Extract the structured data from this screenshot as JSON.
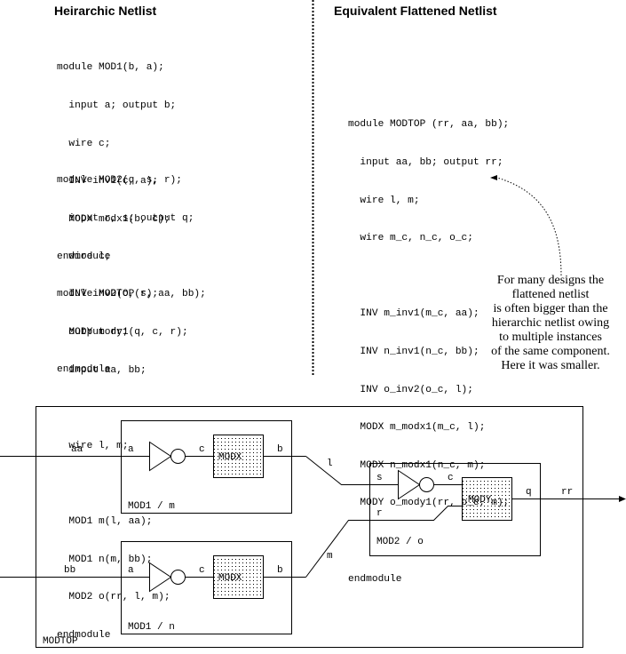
{
  "left_panel": {
    "title": "Heirarchic Netlist",
    "blocks": [
      [
        "module MOD1(b, a);",
        "  input a; output b;",
        "  wire c;",
        "  INV inv1(c, a);",
        "  MODX modx1(b, c);",
        "endmodule"
      ],
      [
        "module MOD2(q, s, r);",
        "  input r, s; output q;",
        "  wire c;",
        "  INV inv2(c, s);",
        "  MODY mody1(q, c, r);",
        "endmodule"
      ],
      [
        "module MODTOP(r, aa, bb);",
        "  output rr;",
        "  input aa, bb;",
        "",
        "  wire l, m;",
        "",
        "  MOD1 m(l, aa);",
        "  MOD1 n(m, bb);",
        "  MOD2 o(rr, l, m);",
        "endmodule"
      ]
    ]
  },
  "right_panel": {
    "title": "Equivalent Flattened Netlist",
    "lines": [
      "module MODTOP (rr, aa, bb);",
      "  input aa, bb; output rr;",
      "  wire l, m;",
      "  wire m_c, n_c, o_c;",
      "",
      "  INV m_inv1(m_c, aa);",
      "  INV n_inv1(n_c, bb);",
      "  INV o_inv2(o_c, l);",
      "  MODX m_modx1(m_c, l);",
      "  MODX n_modx1(n_c, m);",
      "  MODY o_mody1(rr, o_c, m);",
      "",
      "endmodule"
    ],
    "note": [
      "For many designs the",
      "flattened netlist",
      "is often bigger than the",
      "hierarchic netlist owing",
      "to multiple instances",
      "of the same component.",
      "Here it was smaller."
    ]
  },
  "schematic": {
    "top_label": "MODTOP",
    "inputs": {
      "aa": "aa",
      "bb": "bb"
    },
    "output": "rr",
    "wires": {
      "l": "l",
      "m": "m"
    },
    "instances": [
      {
        "label": "MOD1 / m",
        "pin_in": "a",
        "pin_mid": "c",
        "pin_out": "b",
        "block": "MODX"
      },
      {
        "label": "MOD1 / n",
        "pin_in": "a",
        "pin_mid": "c",
        "pin_out": "b",
        "block": "MODX"
      },
      {
        "label": "MOD2 / o",
        "pin_s": "s",
        "pin_r": "r",
        "pin_mid": "c",
        "pin_out": "q",
        "block": "MODY"
      }
    ]
  }
}
